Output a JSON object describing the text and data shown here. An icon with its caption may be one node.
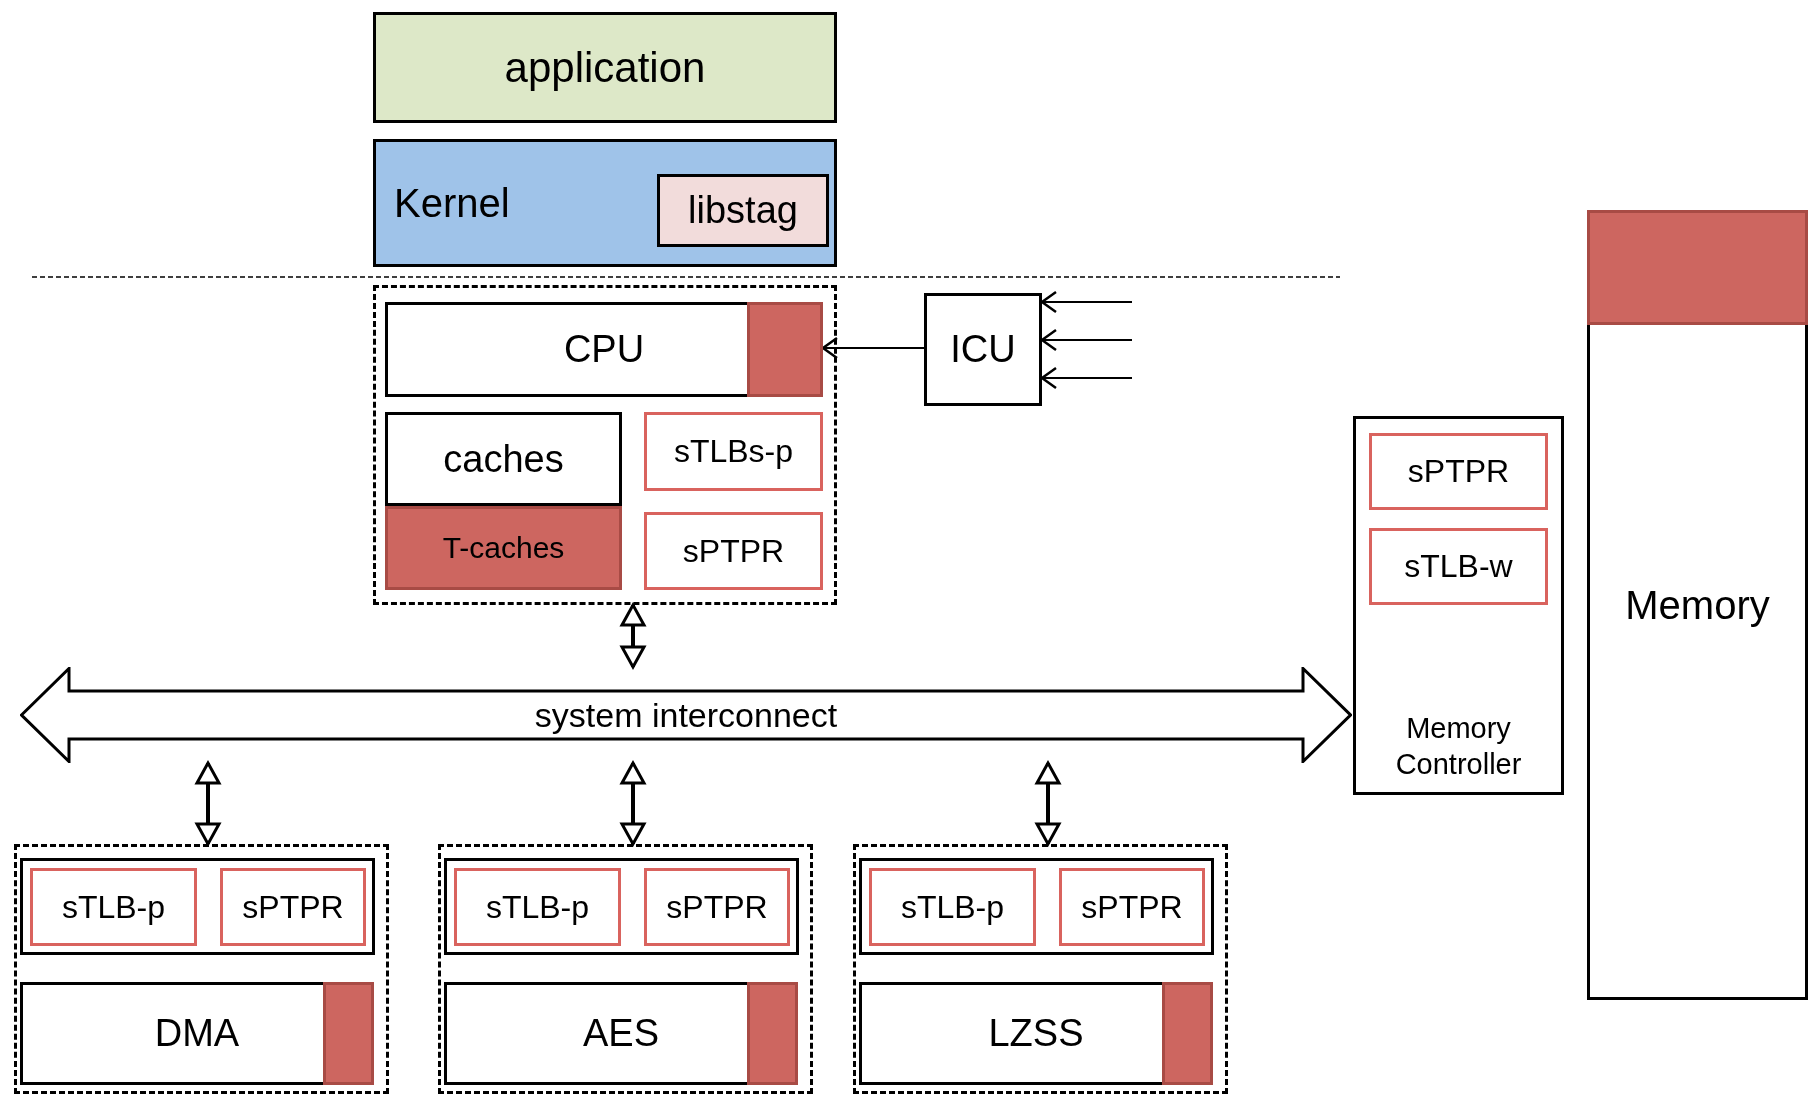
{
  "diagram": {
    "nodes": [
      {
        "text": [
          "application"
        ]
      },
      {
        "text": [
          "Kernel"
        ]
      },
      {
        "text": [
          "libstag"
        ],
        "in": 1
      },
      {
        "text": [],
        "shape": "box"
      },
      {
        "text": [
          "CPU"
        ],
        "in": 3
      },
      {
        "text": [],
        "shape": "box",
        "in": 4
      },
      {
        "text": [
          "caches"
        ],
        "in": 3
      },
      {
        "text": [
          "T-caches"
        ],
        "in": 3
      },
      {
        "text": [
          "sTLBs-p"
        ],
        "in": 3
      },
      {
        "text": [
          "sPTPR"
        ],
        "in": 3
      },
      {
        "text": [
          "ICU"
        ]
      },
      {
        "text": [
          "system interconnect"
        ]
      },
      {
        "text": [
          "Memory Controller"
        ]
      },
      {
        "text": [
          "sPTPR"
        ],
        "in": 12
      },
      {
        "text": [
          "sTLB-w"
        ],
        "in": 12
      },
      {
        "text": [
          "Memory"
        ]
      },
      {
        "text": [],
        "shape": "box",
        "in": 15
      },
      {
        "text": [],
        "shape": "box"
      },
      {
        "text": [],
        "shape": "box",
        "in": 17
      },
      {
        "text": [
          "sTLB-p"
        ],
        "in": 18
      },
      {
        "text": [
          "sPTPR"
        ],
        "in": 18
      },
      {
        "text": [
          "DMA"
        ],
        "in": 17
      },
      {
        "text": [],
        "shape": "box",
        "in": 21
      },
      {
        "text": [],
        "shape": "box"
      },
      {
        "text": [],
        "shape": "box",
        "in": 23
      },
      {
        "text": [
          "sTLB-p"
        ],
        "in": 24
      },
      {
        "text": [
          "sPTPR"
        ],
        "in": 24
      },
      {
        "text": [
          "AES"
        ],
        "in": 23
      },
      {
        "text": [],
        "shape": "box",
        "in": 27
      },
      {
        "text": [],
        "shape": "box"
      },
      {
        "text": [],
        "shape": "box",
        "in": 29
      },
      {
        "text": [
          "sTLB-p"
        ],
        "in": 30
      },
      {
        "text": [
          "sPTPR"
        ],
        "in": 30
      },
      {
        "text": [
          "LZSS"
        ],
        "in": 29
      },
      {
        "text": [],
        "shape": "box",
        "in": 33
      }
    ],
    "edges": [
      {
        "from": 10,
        "to": 5,
        "arrow": "to"
      },
      {
        "from": null,
        "to": 10,
        "arrow": "to"
      },
      {
        "from": null,
        "to": 10,
        "arrow": "to"
      },
      {
        "from": null,
        "to": 10,
        "arrow": "to"
      },
      {
        "from": 3,
        "to": 11,
        "arrow": "both"
      },
      {
        "from": 11,
        "to": 17,
        "arrow": "both"
      },
      {
        "from": 11,
        "to": 23,
        "arrow": "both"
      },
      {
        "from": 11,
        "to": 29,
        "arrow": "both"
      }
    ]
  }
}
